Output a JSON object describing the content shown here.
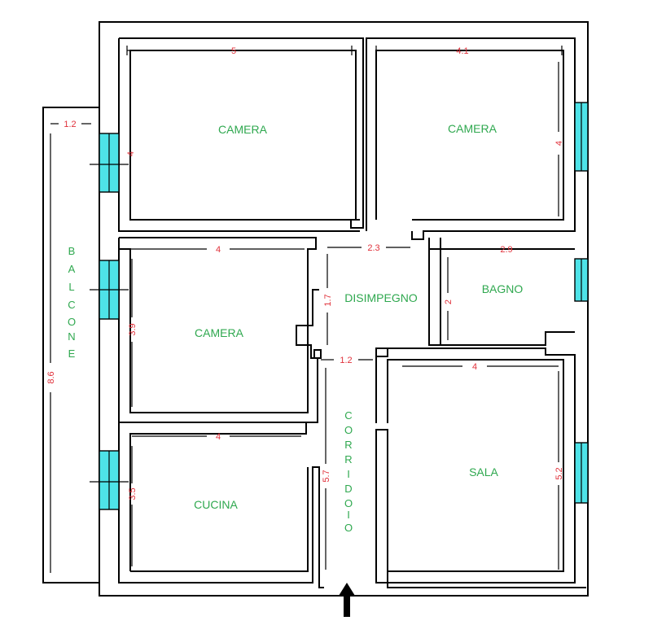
{
  "rooms": {
    "camera_top_left": "CAMERA",
    "camera_top_right": "CAMERA",
    "camera_mid_left": "CAMERA",
    "disimpegno": "DISIMPEGNO",
    "bagno": "BAGNO",
    "cucina": "CUCINA",
    "sala": "SALA"
  },
  "vertical_labels": {
    "balcone": [
      "B",
      "A",
      "L",
      "C",
      "O",
      "N",
      "E"
    ],
    "corridoio": [
      "C",
      "O",
      "R",
      "R",
      "I",
      "D",
      "O",
      "I",
      "O"
    ]
  },
  "dimensions": {
    "cam_tl_width": "5",
    "cam_tl_height": "4",
    "cam_tr_width": "4.1",
    "cam_tr_height": "4",
    "balcone_width": "1.2",
    "balcone_length": "8.6",
    "cam_ml_width": "4",
    "cam_ml_height": "3.9",
    "disimpegno_width": "2.3",
    "disimpegno_height": "1.7",
    "bagno_width": "2.9",
    "bagno_height": "2",
    "corridoio_width": "1.2",
    "corridoio_length": "5.7",
    "cucina_width": "4",
    "cucina_height": "3.5",
    "sala_width": "4",
    "sala_height": "5.2"
  },
  "colors": {
    "room_label": "#2fa84f",
    "dimension_label": "#e0303a",
    "window": "#4ee3e8",
    "wall": "#000000"
  },
  "icons": {
    "entrance": "entrance-arrow-icon"
  }
}
